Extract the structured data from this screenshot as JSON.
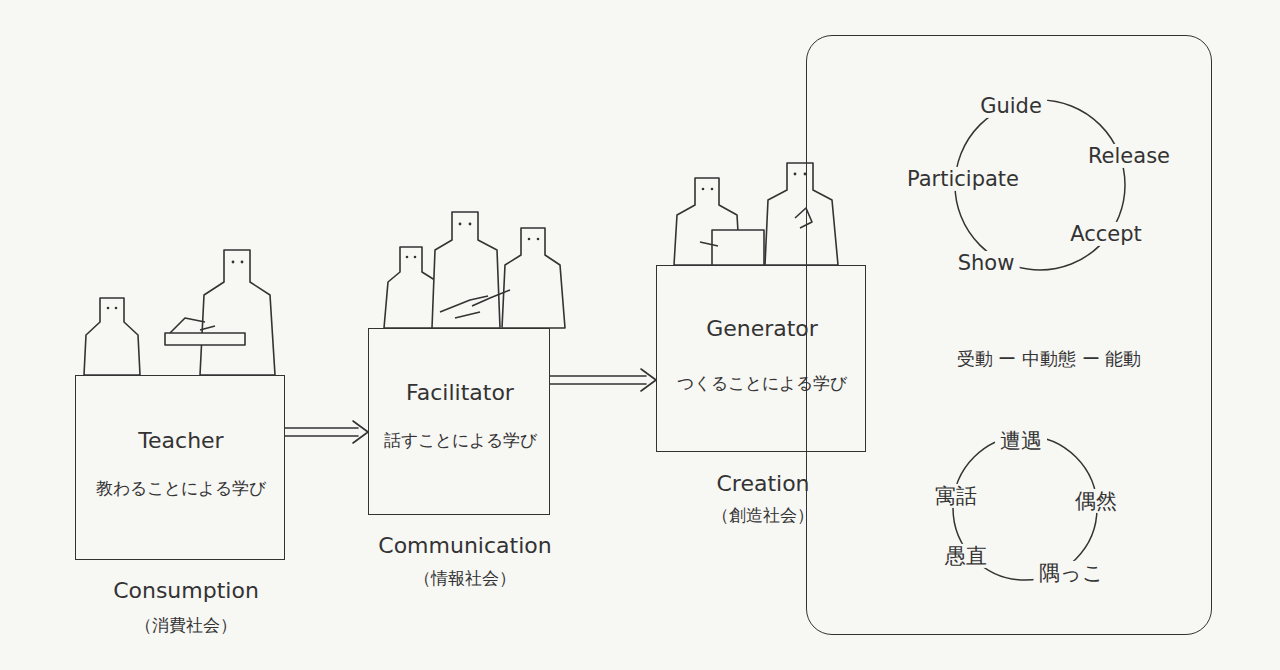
{
  "diagram": {
    "nodes": [
      {
        "text": [
          "Teacher",
          "教わることによる学び",
          "Consumption",
          "（消費社会）"
        ]
      },
      {
        "text": [
          "Facilitator",
          "話すことによる学び",
          "Communication",
          "（情報社会）"
        ]
      },
      {
        "text": [
          "Generator",
          "つくることによる学び",
          "Creation",
          "（創造社会）"
        ]
      },
      {
        "text": [
          "Guide",
          "Release",
          "Accept",
          "Show",
          "Participate",
          "受動 ー 中動態 ー 能動",
          "遭遇",
          "偶然",
          "隅っこ",
          "愚直",
          "寓話"
        ]
      }
    ],
    "edges": [
      {
        "from": 0,
        "to": 1,
        "arrow": "to"
      },
      {
        "from": 1,
        "to": 2,
        "arrow": "to"
      }
    ]
  }
}
